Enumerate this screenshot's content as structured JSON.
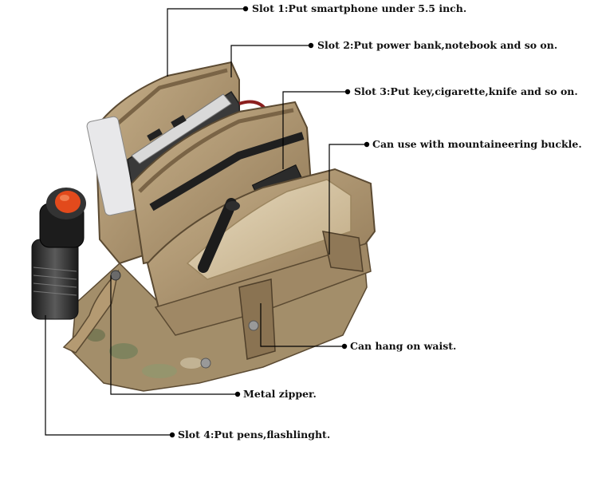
{
  "product_image": {
    "description_icon": "tactical-pouch-image"
  },
  "callouts": [
    {
      "id": "slot1",
      "text": "Slot 1:Put smartphone under 5.5 inch."
    },
    {
      "id": "slot2",
      "text": "Slot 2:Put power bank,notebook and so on."
    },
    {
      "id": "slot3",
      "text": "Slot 3:Put key,cigarette,knife and so on."
    },
    {
      "id": "buckle",
      "text": "Can use with mountaineering buckle."
    },
    {
      "id": "waist",
      "text": "Can hang on waist."
    },
    {
      "id": "zipper",
      "text": "Metal zipper."
    },
    {
      "id": "slot4",
      "text": "Slot 4:Put pens,flashlinght."
    }
  ],
  "colors": {
    "pouch_tan": "#b49a72",
    "pouch_dark": "#6f5a3c",
    "inner_lining": "#d8c8a8",
    "leader_line": "#000000"
  }
}
